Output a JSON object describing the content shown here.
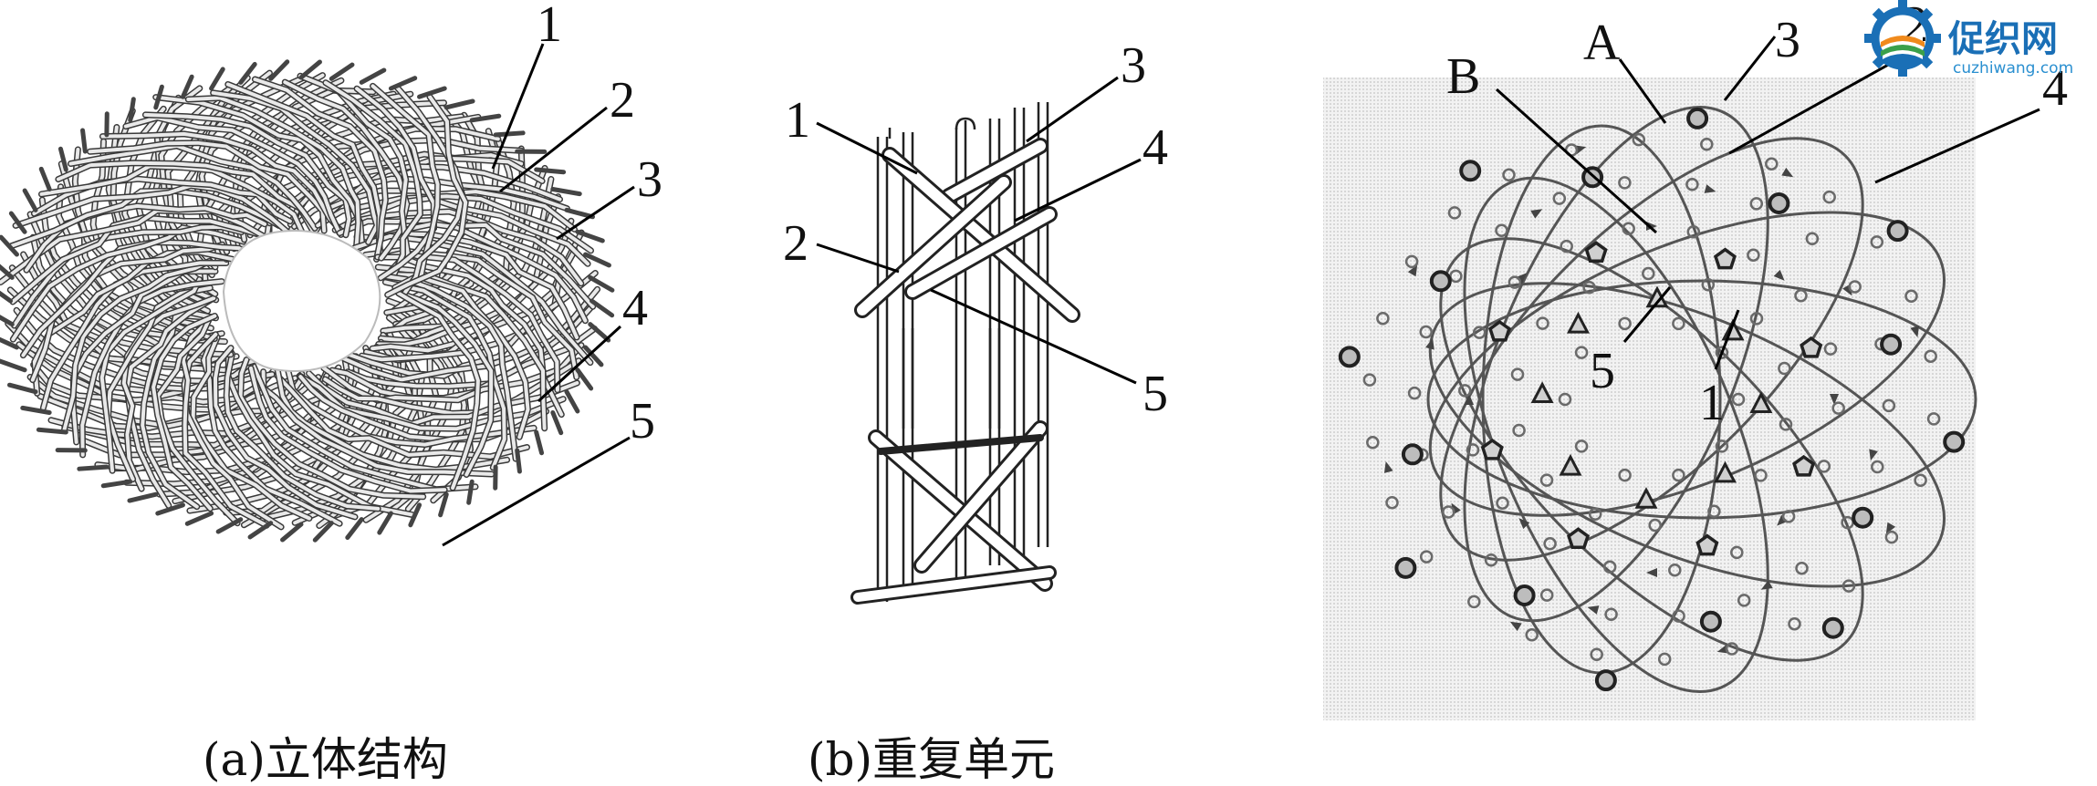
{
  "panels": {
    "a": {
      "caption": "(a)立体结构",
      "labels": [
        "1",
        "2",
        "3",
        "4",
        "5"
      ]
    },
    "b": {
      "caption": "(b)重复单元",
      "labels": [
        "1",
        "2",
        "3",
        "4",
        "5"
      ]
    },
    "c": {
      "labels": {
        "A": "A",
        "B": "B",
        "n1": "1",
        "n2": "2",
        "n3": "3",
        "n4": "4",
        "n5": "5"
      }
    }
  },
  "logo": {
    "name": "促织网",
    "url": "cuzhiwang.com",
    "colors": {
      "blue": "#1a6fb6",
      "orange": "#f08a1c",
      "green": "#3aa04a"
    }
  }
}
